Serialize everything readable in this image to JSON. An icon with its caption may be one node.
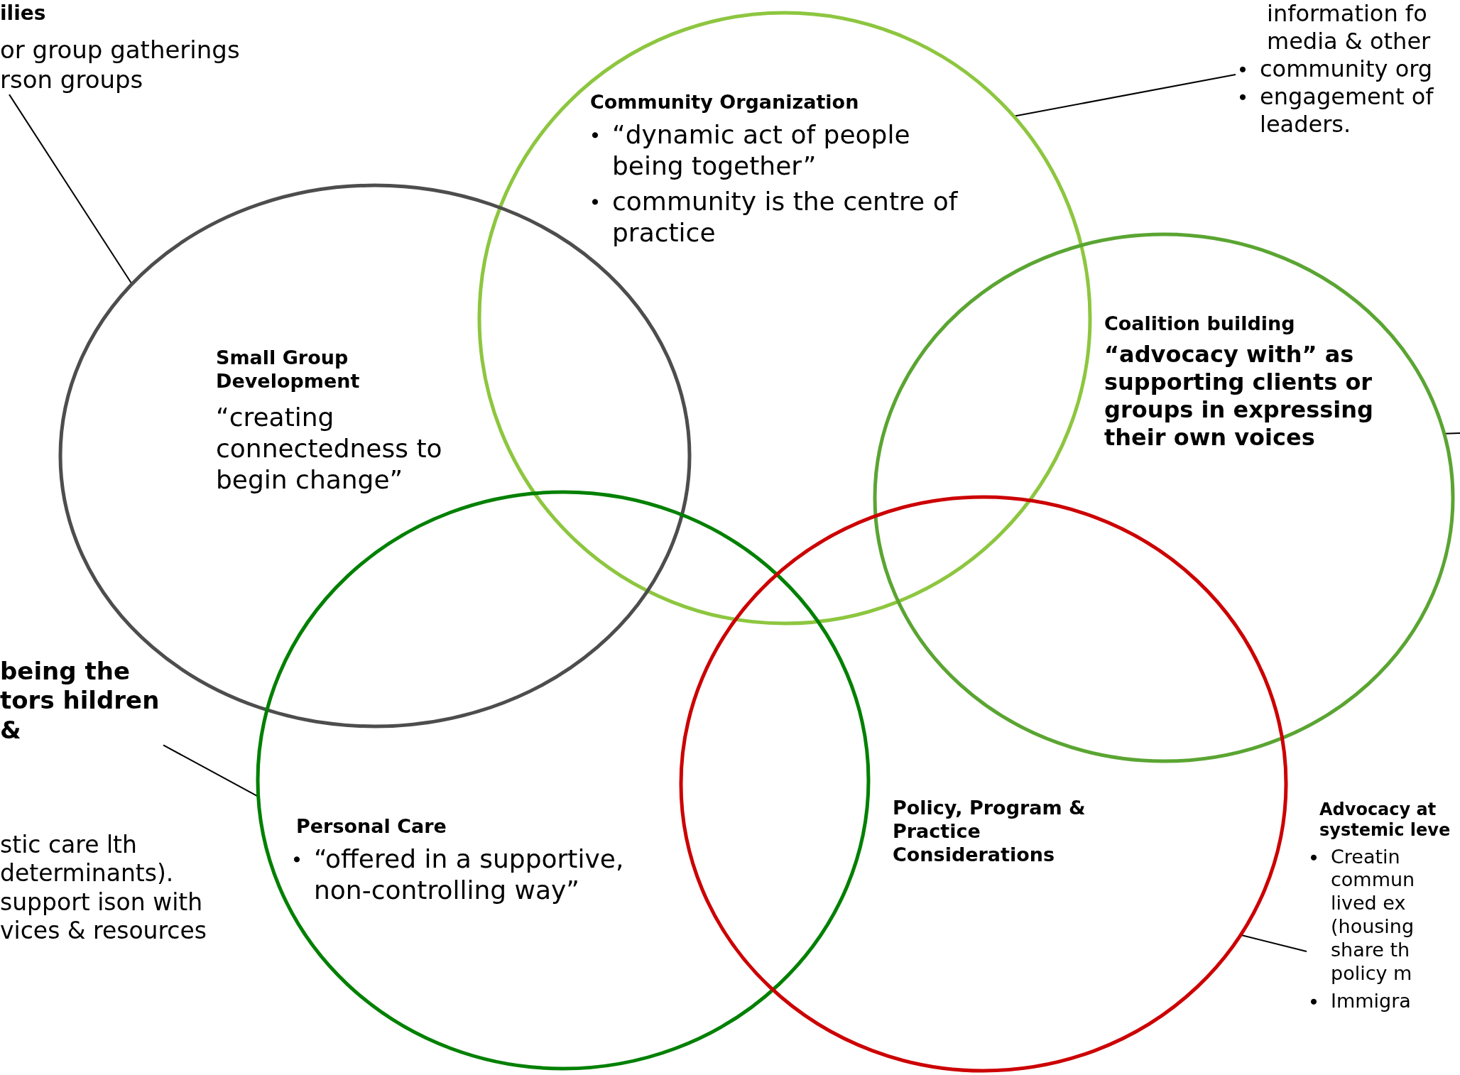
{
  "diagram": {
    "nodes": [
      {
        "text": [
          "ilies",
          "or group gatherings rson groups"
        ]
      },
      {
        "text": [
          "Community Organization",
          "“dynamic act of people being together”",
          "community is the centre of practice"
        ]
      },
      {
        "text": [
          "information fo media & other",
          "community org",
          "engagement of leaders."
        ]
      },
      {
        "text": [
          "Small Group Development",
          "“creating connectedness to begin change”"
        ]
      },
      {
        "text": [
          "Coalition building",
          "“advocacy with” as supporting clients or groups in expressing their own voices"
        ]
      },
      {
        "text": [
          "being the tors hildren &"
        ]
      },
      {
        "text": [
          "stic care lth determinants). support ison with vices & resources"
        ]
      },
      {
        "text": [
          "Personal Care",
          "“offered in a supportive, non-controlling way”"
        ]
      },
      {
        "text": [
          "Policy, Program & Practice Considerations"
        ]
      },
      {
        "text": [
          "Advocacy at systemic leve",
          "Creatin commun lived ex (housing share th policy m",
          "Immigra"
        ]
      }
    ],
    "edges": [
      {
        "from": 0,
        "to": 3,
        "arrow": "none"
      },
      {
        "from": 1,
        "to": 2,
        "arrow": "none"
      },
      {
        "from": 4,
        "to": null,
        "arrow": "none"
      },
      {
        "from": 5,
        "to": 7,
        "arrow": "none"
      },
      {
        "from": 9,
        "to": 8,
        "arrow": "none"
      }
    ]
  }
}
